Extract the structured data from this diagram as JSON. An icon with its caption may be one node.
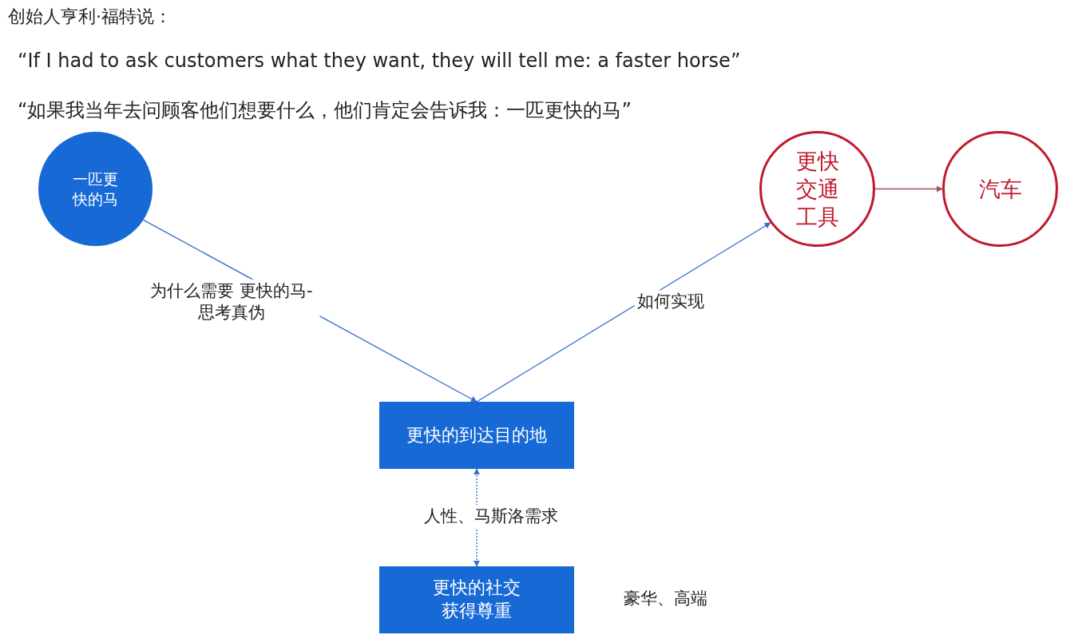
{
  "diagram": {
    "title": "创始人亨利·福特说：",
    "nodes": [
      {
        "text": [
          "一匹更快的马"
        ]
      },
      {
        "text": [
          "更快交通工具"
        ]
      },
      {
        "text": [
          "汽车"
        ]
      },
      {
        "text": [
          "更快的到达目的地"
        ]
      },
      {
        "text": [
          "更快的社交获得尊重"
        ],
        "beside": [
          "豪华、高端"
        ]
      }
    ],
    "edges": [
      {
        "from": 0,
        "to": 3,
        "arrow": "to",
        "label": "为什么需要 更快的马-思考真伪"
      },
      {
        "from": 3,
        "to": 1,
        "arrow": "to",
        "label": "如何实现"
      },
      {
        "from": 1,
        "to": 2,
        "arrow": "to",
        "color": "#a8505e"
      },
      {
        "from": 3,
        "to": 4,
        "arrow": "both",
        "style": "dashed",
        "label": "人性、马斯洛需求"
      }
    ],
    "labels": [
      "“If I had to ask customers what they want, they will tell me: a faster horse”",
      "“如果我当年去问顾客他们想要什么，他们肯定会告诉我：一匹更快的马”"
    ]
  }
}
